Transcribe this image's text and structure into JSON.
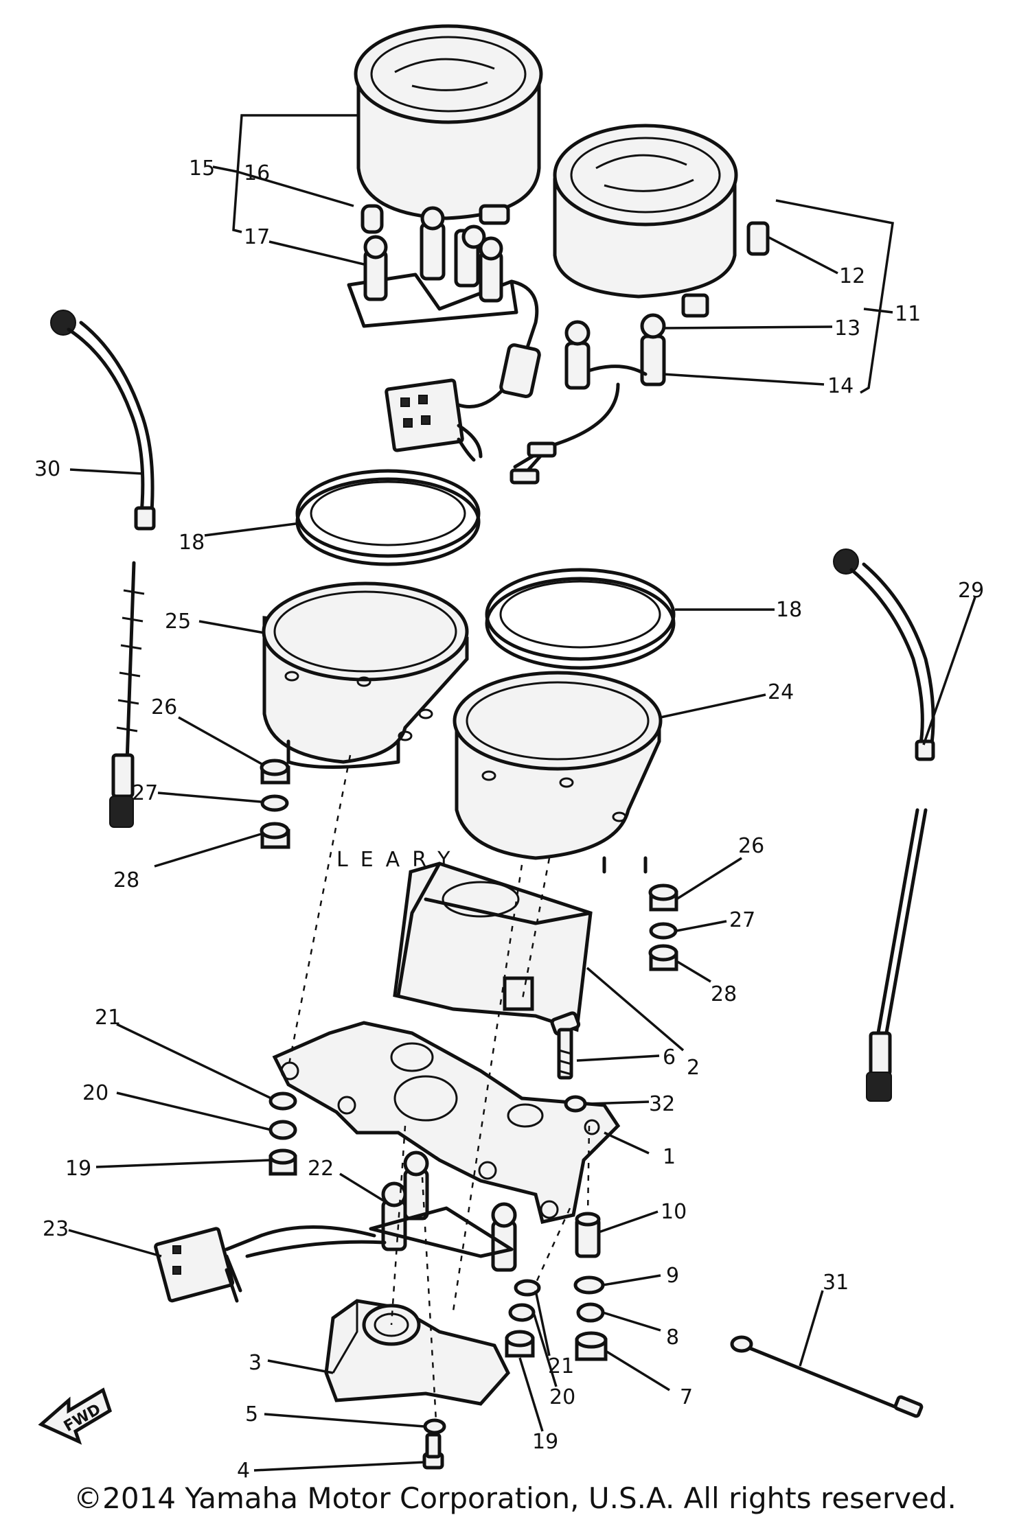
{
  "callouts": [
    "1",
    "2",
    "3",
    "4",
    "5",
    "6",
    "7",
    "8",
    "9",
    "10",
    "11",
    "12",
    "13",
    "14",
    "15",
    "16",
    "17",
    "18",
    "18",
    "19",
    "19",
    "20",
    "20",
    "21",
    "21",
    "22",
    "23",
    "24",
    "25",
    "26",
    "26",
    "27",
    "27",
    "28",
    "28",
    "29",
    "30",
    "31",
    "32"
  ],
  "watermark": "LEARY",
  "copyright": "©2014 Yamaha Motor Corporation, U.S.A. All rights reserved."
}
